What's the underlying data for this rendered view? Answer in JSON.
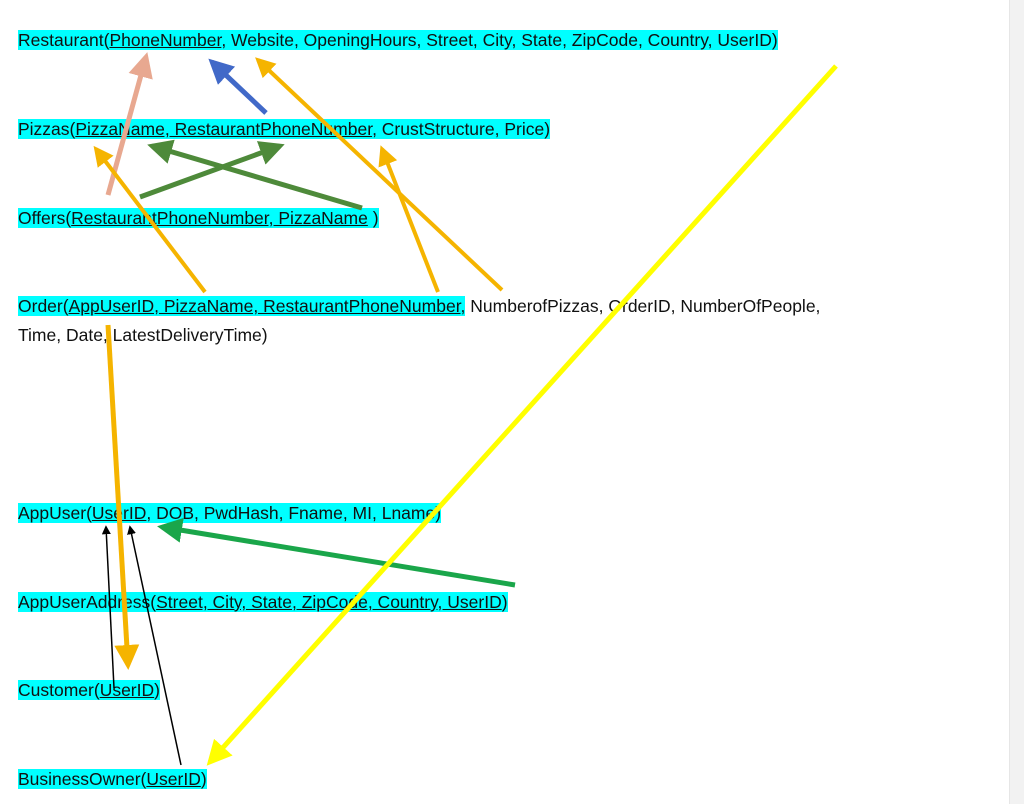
{
  "tables": {
    "restaurant": {
      "open": "Restaurant(",
      "pk": "PhoneNumber",
      "rest": ", Website, OpeningHours, Street, City, State, ZipCode, Country, UserID)"
    },
    "pizzas": {
      "open": "Pizzas(",
      "pk": "PizzaName, RestaurantPhoneNumber",
      "rest": ", CrustStructure, Price)"
    },
    "offers": {
      "open": "Offers(",
      "pk": "RestaurantPhoneNumber, PizzaName",
      "rest": " )"
    },
    "order": {
      "open": "Order(",
      "pk": "AppUserID, PizzaName, RestaurantPhoneNumber,",
      "rest_line1": " NumberofPizzas, OrderID, NumberOfPeople,",
      "line2": "Time, Date, LatestDeliveryTime)"
    },
    "appuser": {
      "open": "AppUser(",
      "pk": "UserID",
      "rest": ", DOB, PwdHash, Fname, MI, Lname)"
    },
    "appuseraddress": {
      "open": "AppUserAddress(",
      "pk": "Street, City, State, ZipCode, Country, UserID",
      "rest": ")"
    },
    "customer": {
      "open": "Customer(",
      "pk": "UserID",
      "rest": ")"
    },
    "businessowner": {
      "open": "BusinessOwner(",
      "pk": "UserID",
      "rest": ")"
    }
  },
  "colors": {
    "highlight": "#00ffff",
    "orange": "#f5b400",
    "salmon": "#e8a890",
    "blue": "#4169c8",
    "dark_green": "#4e8a3a",
    "green": "#1aa64a",
    "yellow": "#ffff00",
    "black": "#000000"
  }
}
